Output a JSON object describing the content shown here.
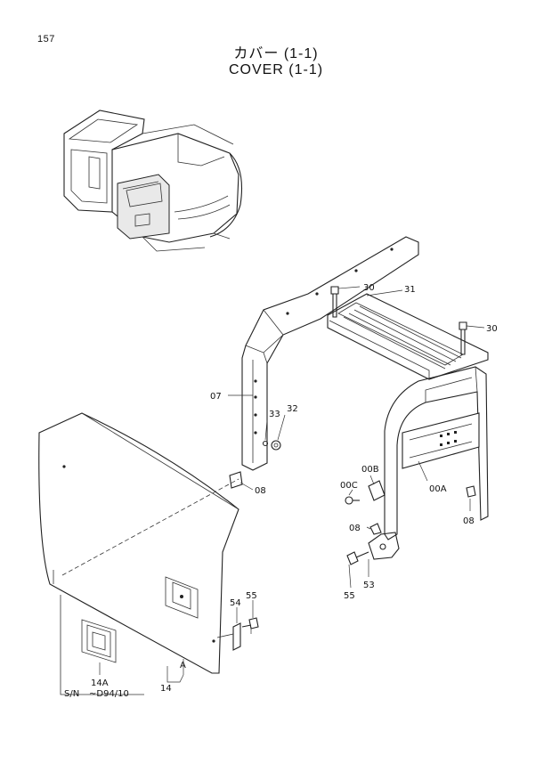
{
  "header": {
    "page_number": "157",
    "title_jp": "カバー (1-1)",
    "title_en": "COVER (1-1)"
  },
  "callouts": {
    "c30a": "30",
    "c31": "31",
    "c30b": "30",
    "c07": "07",
    "c33": "33",
    "c32": "32",
    "c08a": "08",
    "c00C": "00C",
    "c00B": "00B",
    "c00A": "00A",
    "c08b": "08",
    "c08c": "08",
    "c53": "53",
    "c55a": "55",
    "c54": "54",
    "c55b": "55",
    "cA": "A",
    "c14": "14",
    "c14A": "14A"
  },
  "serial_note": {
    "prefix": "S/N",
    "range": "~D94/10"
  }
}
